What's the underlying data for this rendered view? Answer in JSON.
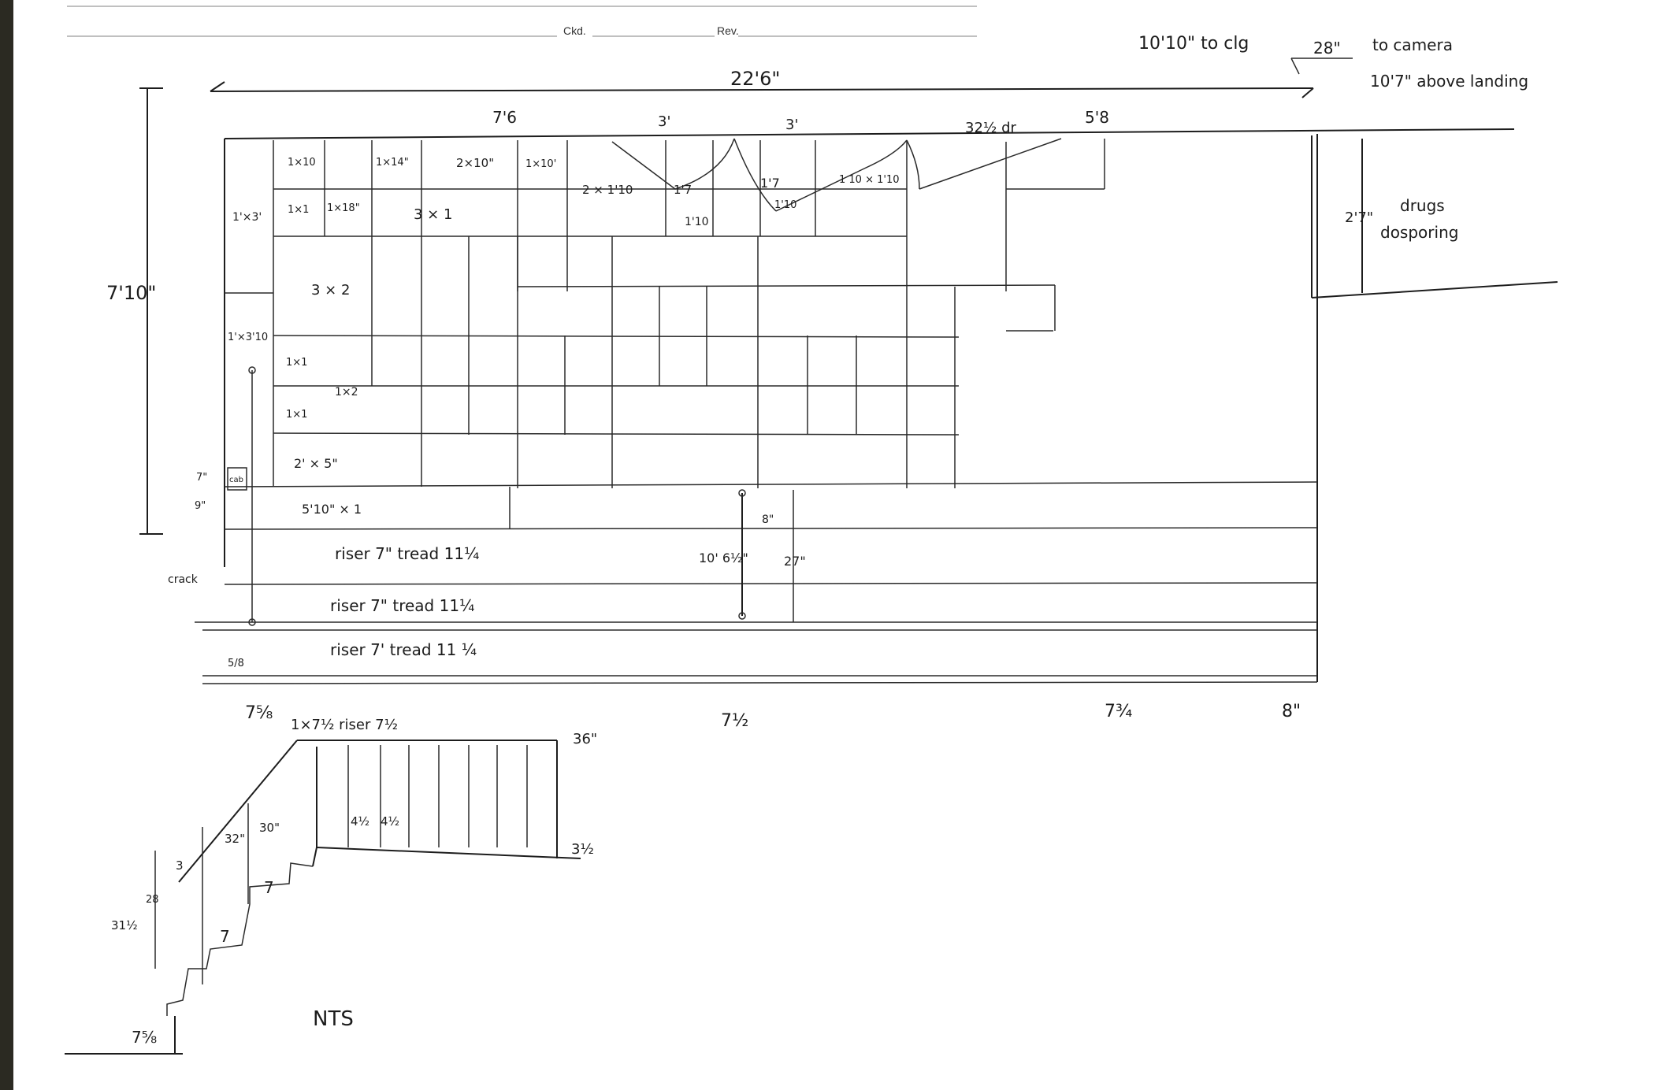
{
  "form": {
    "checked_label": "Ckd.",
    "revision_label": "Rev."
  },
  "top_notes": {
    "ceiling": "10'10\" to clg",
    "camera_distance": "28\"",
    "camera_label": "to camera",
    "camera_height": "10'7\" above landing",
    "overall_width": "22'6\"",
    "height": "7'10\"",
    "dim_left": "7'6",
    "dim_mid1": "3'",
    "dim_mid2": "3'",
    "door": "32½ dr",
    "dim_right": "5'8"
  },
  "side_note": {
    "dim": "2'7\"",
    "line1": "drugs",
    "line2": "dosporing"
  },
  "panels": {
    "p1": "1×10",
    "p2": "1×14\"",
    "p3": "2×10\"",
    "p4": "1×10'",
    "p5": "1'×3'",
    "p6": "1×1",
    "p7": "1×18\"",
    "p8": "3 × 1",
    "p9": "2 × 1'10",
    "p10": "1'7",
    "p11": "1'10",
    "p12": "1'7",
    "p13": "1'10",
    "p14": "1 10 × 1'10",
    "p15": "3 × 2",
    "p16": "1'×3'10",
    "p17": "1×1",
    "p18": "1×2",
    "p19": "1×1",
    "p20": "2' × 5\"",
    "p21": "5'10\" × 1",
    "p22": "cab",
    "p23": "7\"",
    "p24": "9\""
  },
  "stairs": {
    "step1": "riser 7\"  tread 11¼",
    "step2": "riser 7\"  tread 11¼",
    "step3": "riser 7'  tread 11 ¼",
    "crack": "crack",
    "dim_1065": "10' 6½\"",
    "dim_8": "8\"",
    "dim_27": "27\"",
    "dim_58": "5/8",
    "bottom_left": "7⅝",
    "bottom_mid": "7½",
    "bottom_right1": "7¾",
    "bottom_right2": "8\""
  },
  "detail": {
    "label": "1×7½ riser 7½",
    "dim_36": "36\"",
    "dim_32": "32\"",
    "dim_30": "30\"",
    "dim_412a": "4½",
    "dim_412b": "4½",
    "dim_312": "3½",
    "step_a": "7",
    "step_b": "7",
    "dim_3": "3",
    "dim_28": "28",
    "dim_3112": "31½",
    "dim_758": "7⅝",
    "nts": "NTS"
  }
}
